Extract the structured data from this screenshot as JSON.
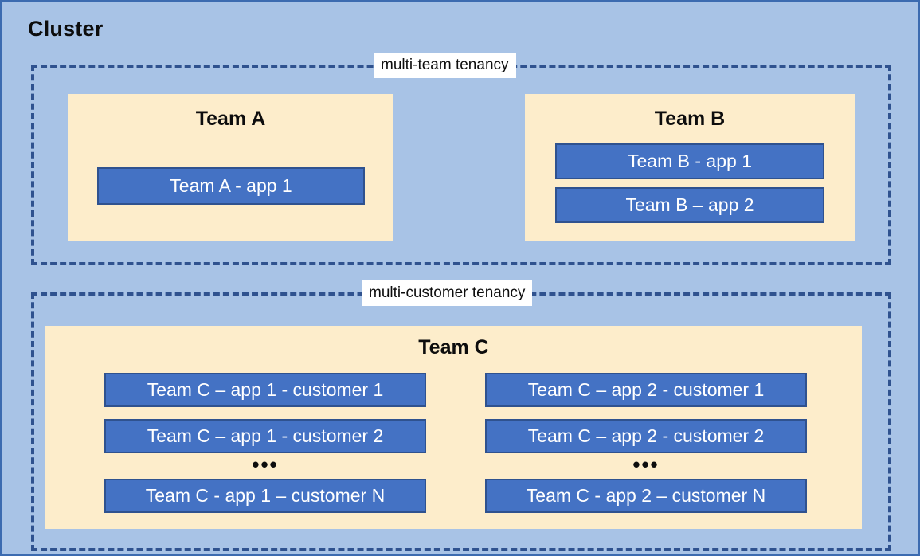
{
  "diagram": {
    "title": "Cluster",
    "colors": {
      "background": "#A8C3E6",
      "outer_border": "#3C6BB0",
      "zone_border": "#2F528F",
      "team_fill": "#FDEDCB",
      "app_fill": "#4472C4",
      "app_border": "#2F528F",
      "label_fill": "#FFFFFF",
      "text_dark": "#0D0D0D",
      "text_light": "#FFFFFF"
    },
    "zones": [
      {
        "id": "multi-team",
        "label": "multi-team tenancy",
        "teams": [
          {
            "id": "team-a",
            "title": "Team A",
            "apps": [
              {
                "label": "Team A - app 1"
              }
            ]
          },
          {
            "id": "team-b",
            "title": "Team B",
            "apps": [
              {
                "label": "Team B - app 1"
              },
              {
                "label": "Team B – app 2"
              }
            ]
          }
        ]
      },
      {
        "id": "multi-customer",
        "label": "multi-customer tenancy",
        "teams": [
          {
            "id": "team-c",
            "title": "Team C",
            "columns": [
              {
                "id": "team-c-app-1",
                "apps": [
                  {
                    "label": "Team C – app 1 - customer 1"
                  },
                  {
                    "label": "Team C – app 1 - customer 2"
                  }
                ],
                "ellipsis": "•••",
                "last_app": {
                  "label": "Team C - app 1 – customer N"
                }
              },
              {
                "id": "team-c-app-2",
                "apps": [
                  {
                    "label": "Team C – app 2 - customer 1"
                  },
                  {
                    "label": "Team C – app 2 - customer 2"
                  }
                ],
                "ellipsis": "•••",
                "last_app": {
                  "label": "Team C - app 2 – customer N"
                }
              }
            ]
          }
        ]
      }
    ]
  }
}
